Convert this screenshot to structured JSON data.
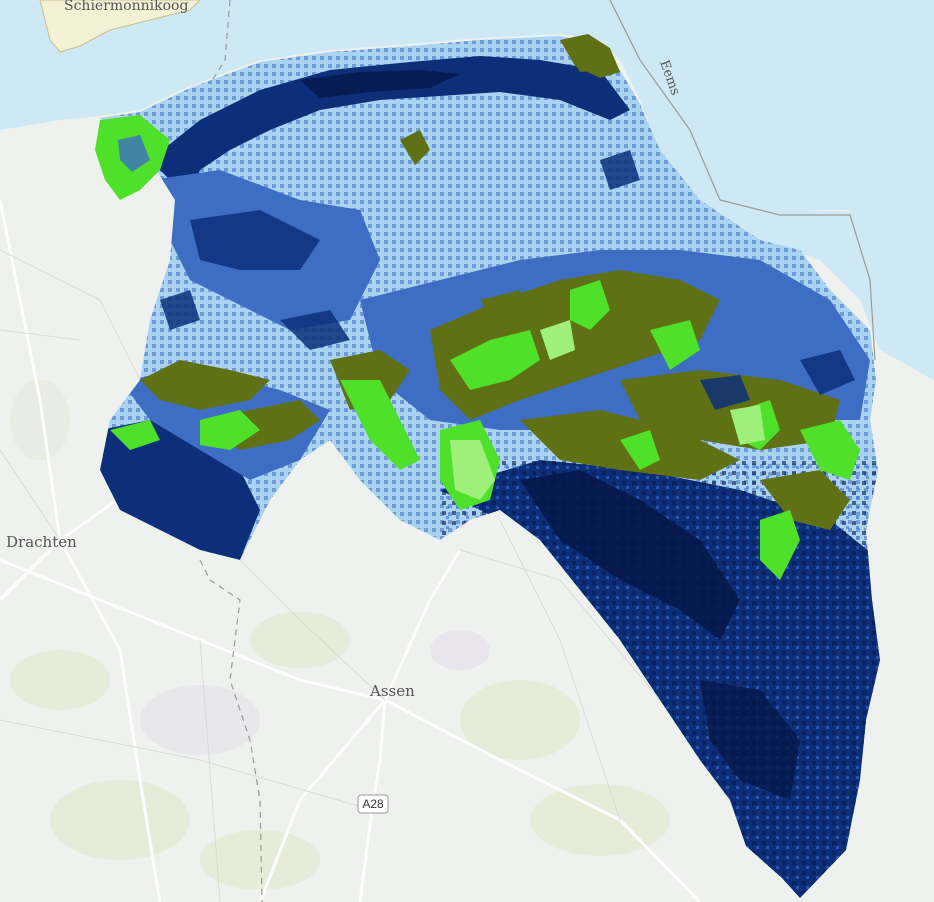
{
  "map": {
    "labels": {
      "top_place": "Schiermonnikoog",
      "river": "Eems",
      "city_west": "Drachten",
      "city_south": "Assen",
      "road": "A28"
    },
    "colors": {
      "sea": "#cfe8f6",
      "land": "#eef1ed",
      "border": "#9a9a9a",
      "class_light_blue": "#a9d3f0",
      "class_mid_blue": "#3d6ec4",
      "class_dark_blue": "#0d2f7a",
      "class_darkest": "#06184a",
      "class_olive": "#5f7114",
      "class_green": "#4fe02a",
      "class_light_green": "#9ef07a"
    }
  }
}
